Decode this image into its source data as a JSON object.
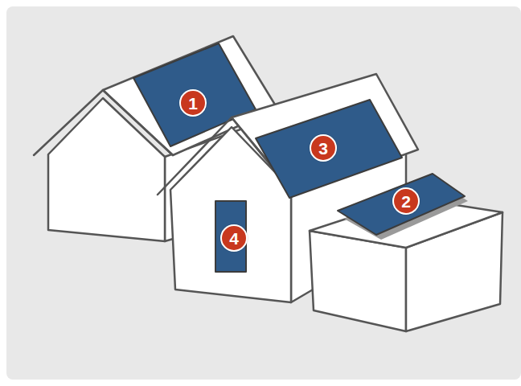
{
  "diagram": {
    "labels": [
      "1",
      "3",
      "2",
      "4"
    ]
  }
}
